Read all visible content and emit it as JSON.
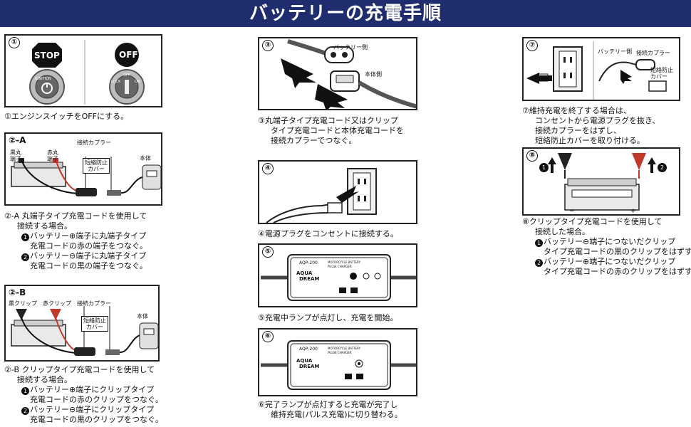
{
  "header": {
    "title": "バッテリーの充電手順"
  },
  "step1": {
    "num": "①",
    "stop_label": "STOP",
    "off_label": "OFF",
    "ignition_text": "IGNITION",
    "key_lock": "LOCK",
    "key_off": "OFF",
    "key_on": "ON",
    "caption": "①エンジンスイッチをOFFにする。"
  },
  "step2a": {
    "title": "②-A",
    "label_black": "黒丸\n端子",
    "label_red": "赤丸\n端子",
    "label_coupler": "接続カプラー",
    "label_cover": "短絡防止\nカバー",
    "label_body": "本体",
    "caption_line1": "②-A 丸端子タイプ充電コードを使用して",
    "caption_line2": "接続する場合。",
    "bullet1_num": "1",
    "bullet1_a": "バッテリー⊕端子に丸端子タイプ",
    "bullet1_b": "充電コードの赤の端子をつなぐ。",
    "bullet2_num": "2",
    "bullet2_a": "バッテリー⊖端子に丸端子タイプ",
    "bullet2_b": "充電コードの黒の端子をつなぐ。"
  },
  "step2b": {
    "title": "②-B",
    "label_black": "黒クリップ",
    "label_red": "赤クリップ",
    "label_coupler": "接続カプラー",
    "label_cover": "短絡防止\nカバー",
    "label_body": "本体",
    "caption_line1": "②-B クリップタイプ充電コードを使用して",
    "caption_line2": "接続する場合。",
    "bullet1_num": "1",
    "bullet1_a": "バッテリー⊕端子にクリップタイプ",
    "bullet1_b": "充電コードの赤のクリップをつなぐ。",
    "bullet2_num": "2",
    "bullet2_a": "バッテリー⊖端子にクリップタイプ",
    "bullet2_b": "充電コードの黒のクリップをつなぐ。"
  },
  "step3": {
    "num": "③",
    "label_battery": "バッテリー側",
    "label_body": "本体側",
    "caption_line1": "③丸端子タイプ充電コード又はクリップ",
    "caption_line2": "タイプ充電コードと本体充電コードを",
    "caption_line3": "接続カプラーでつなぐ。"
  },
  "step4": {
    "num": "④",
    "caption": "④電源プラグをコンセントに接続する。"
  },
  "step5": {
    "num": "⑤",
    "model": "AQP-200",
    "device_line1": "MOTORCYCLE BATTERY",
    "device_line2": "PULSE CHARGER",
    "brand_a": "AQUA",
    "brand_b": "DREAM",
    "caption": "⑤充電中ランプが点灯し、充電を開始。"
  },
  "step6": {
    "num": "⑥",
    "model": "AQP-200",
    "device_line1": "MOTORCYCLE BATTERY",
    "device_line2": "PULSE CHARGER",
    "brand_a": "AQUA",
    "brand_b": "DREAM",
    "caption_line1": "⑥完了ランプが点灯すると充電が完了し",
    "caption_line2": "維持充電(パルス充電)に切り替わる。"
  },
  "step7": {
    "num": "⑦",
    "label_battery": "バッテリー側",
    "label_coupler": "接続カプラー",
    "label_cover": "短絡防止\nカバー",
    "caption_line1": "⑦維持充電を終了する場合は、",
    "caption_line2": "コンセントから電源プラグを抜き、",
    "caption_line3": "接続カプラーをはずし、",
    "caption_line4": "短絡防止カバーを取り付ける。"
  },
  "step8": {
    "num": "⑧",
    "arrow1": "1",
    "arrow2": "2",
    "minus": "−",
    "plus": "+",
    "caption_line1": "⑧クリップタイプ充電コードを使用して",
    "caption_line2": "接続した場合。",
    "bullet1_num": "1",
    "bullet1": "バッテリー⊖端子につないだクリップ",
    "bullet1_b": "タイプ充電コードの黒のクリップをはずす。",
    "bullet2_num": "2",
    "bullet2": "バッテリー⊕端子につないだクリップ",
    "bullet2_b": "タイプ充電コードの赤のクリップをはずす。"
  }
}
